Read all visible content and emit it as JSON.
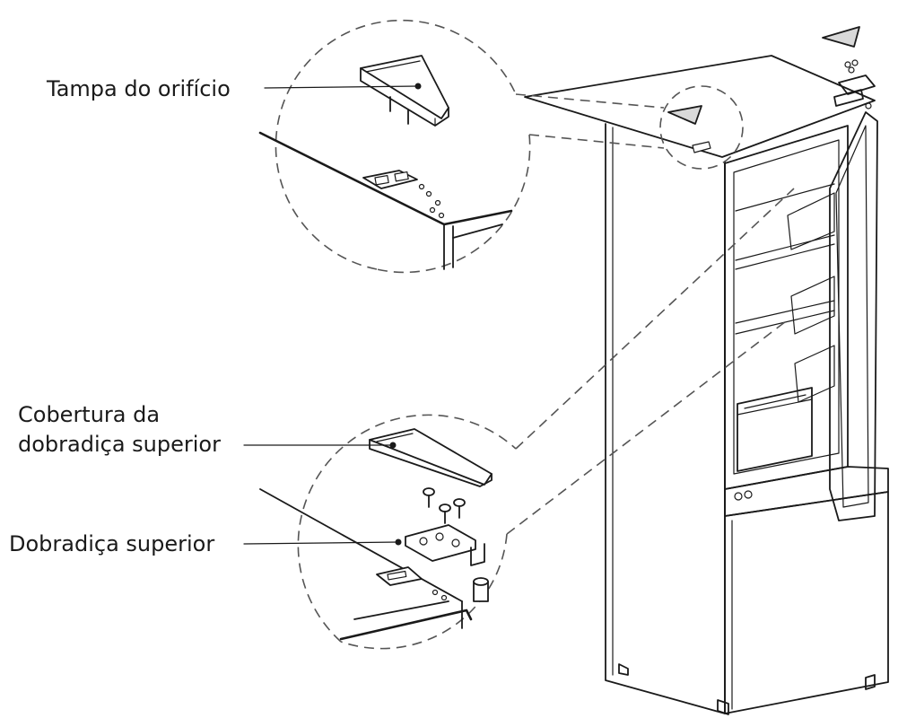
{
  "labels": {
    "hole_cover": "Tampa do orifício",
    "hinge_cover_line1": "Cobertura da",
    "hinge_cover_line2": "dobradiça superior",
    "top_hinge": "Dobradiça superior"
  }
}
